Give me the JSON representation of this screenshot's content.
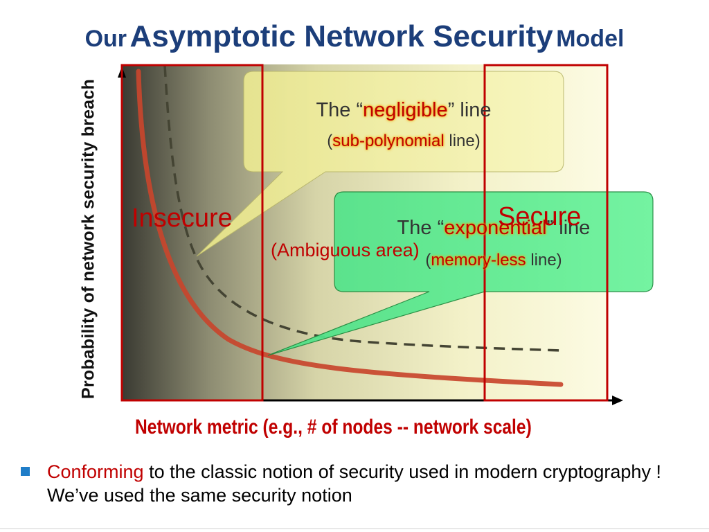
{
  "title": {
    "prefix": "Our",
    "main": "Asymptotic Network Security",
    "suffix": "Model"
  },
  "axes": {
    "y_label": "Probability of network security breach",
    "x_label": "Network metric (e.g., # of nodes -- network scale)"
  },
  "bubbles": {
    "negligible": {
      "line1_pre": "The “",
      "line1_hl": "negligible",
      "line1_post": "” line",
      "line2_pre": "(",
      "line2_hl": "sub-polynomial",
      "line2_post": "  line)"
    },
    "exponential": {
      "line1_pre": "The “",
      "line1_hl": "exponential",
      "line1_post": "” line",
      "line2_pre": "(",
      "line2_hl": "memory-less",
      "line2_post": " line)"
    }
  },
  "regions": {
    "insecure": "Insecure",
    "secure": "Secure",
    "ambiguous": "(Ambiguous area)"
  },
  "bullet": {
    "accent": "Conforming",
    "rest": " to the classic notion of security used in modern cryptography !   We’ve used the same security notion"
  },
  "colors": {
    "title": "#1c3e7a",
    "accent_red": "#c00000",
    "yellow_bubble": "#f0ee9a",
    "green_bubble": "#5ff08f",
    "curve": "#c8452c",
    "bullet": "#1f7dc8"
  }
}
